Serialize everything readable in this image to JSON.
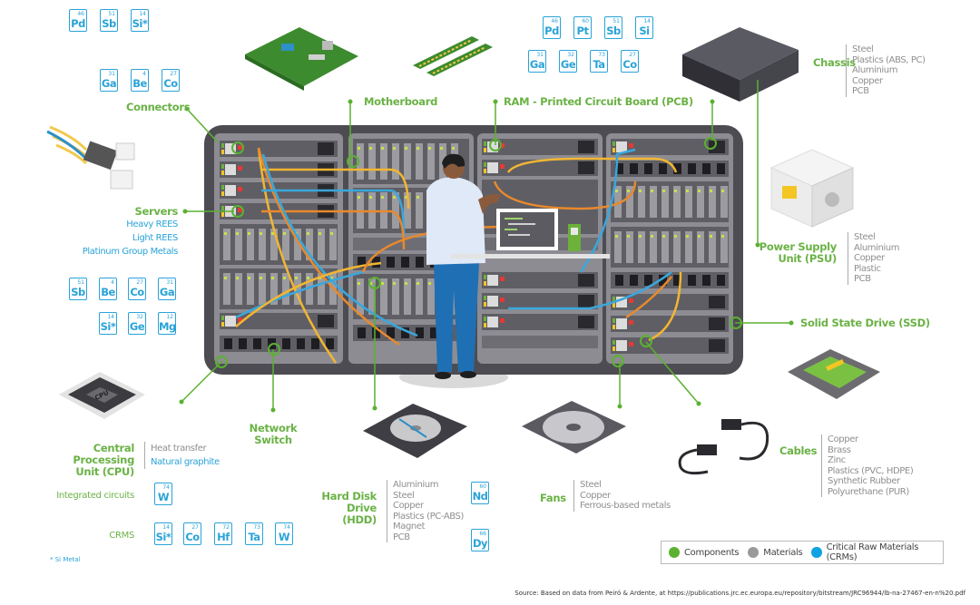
{
  "components": {
    "connectors": {
      "label": "Connectors",
      "crms": [
        [
          "46",
          "Pd"
        ],
        [
          "51",
          "Sb"
        ],
        [
          "14",
          "Si*"
        ],
        [
          "31",
          "Ga"
        ],
        [
          "4",
          "Be"
        ],
        [
          "27",
          "Co"
        ]
      ]
    },
    "motherboard": {
      "label": "Motherboard"
    },
    "ram": {
      "label": "RAM - Printed Circuit Board (PCB)",
      "crms": [
        [
          "46",
          "Pd"
        ],
        [
          "60",
          "Pt"
        ],
        [
          "51",
          "Sb"
        ],
        [
          "14",
          "Si"
        ],
        [
          "31",
          "Ga"
        ],
        [
          "32",
          "Ge"
        ],
        [
          "73",
          "Ta"
        ],
        [
          "27",
          "Co"
        ]
      ]
    },
    "chassis": {
      "label": "Chassis",
      "materials": [
        "Steel",
        "Plastics (ABS, PC)",
        "Aluminium",
        "Copper",
        "PCB"
      ]
    },
    "servers": {
      "label": "Servers",
      "crm_groups": [
        "Heavy REES",
        "Light REES",
        "Platinum Group Metals"
      ],
      "crms": [
        [
          "51",
          "Sb"
        ],
        [
          "4",
          "Be"
        ],
        [
          "27",
          "Co"
        ],
        [
          "31",
          "Ga"
        ],
        [
          "14",
          "Si*"
        ],
        [
          "32",
          "Ge"
        ],
        [
          "12",
          "Mg"
        ]
      ]
    },
    "psu": {
      "label_line1": "Power Supply",
      "label_line2": "Unit (PSU)",
      "materials": [
        "Steel",
        "Aluminium",
        "Copper",
        "Plastic",
        "PCB"
      ]
    },
    "ssd": {
      "label": "Solid State Drive (SSD)"
    },
    "cpu": {
      "label_line1": "Central Processing",
      "label_line2": "Unit (CPU)",
      "material": "Heat transfer",
      "crm_material": "Natural graphite",
      "integrated_label": "Integrated circuits",
      "integrated_crms": [
        [
          "74",
          "W"
        ]
      ],
      "crms_label": "CRMS",
      "crms": [
        [
          "14",
          "Si*"
        ],
        [
          "27",
          "Co"
        ],
        [
          "72",
          "Hf"
        ],
        [
          "73",
          "Ta"
        ],
        [
          "74",
          "W"
        ]
      ]
    },
    "network_switch": {
      "label_line1": "Network",
      "label_line2": "Switch"
    },
    "hdd": {
      "label_line1": "Hard Disk",
      "label_line2": "Drive (HDD)",
      "materials": [
        "Aluminium",
        "Steel",
        "Copper",
        "Plastics (PC-ABS)",
        "Magnet",
        "PCB"
      ],
      "crms": [
        [
          "60",
          "Nd"
        ],
        [
          "66",
          "Dy"
        ]
      ]
    },
    "fans": {
      "label": "Fans",
      "materials": [
        "Steel",
        "Copper",
        "Ferrous-based metals"
      ]
    },
    "cables": {
      "label": "Cables",
      "materials": [
        "Copper",
        "Brass",
        "Zinc",
        "Plastics (PVC, HDPE)",
        "Synthetic Rubber",
        "Polyurethane (PUR)"
      ]
    }
  },
  "footnote": "* Si Metal",
  "legend": [
    {
      "label": "Components",
      "color": "#5bb131"
    },
    {
      "label": "Materials",
      "color": "#9a9a9a"
    },
    {
      "label": "Critical Raw Materials (CRMs)",
      "color": "#0fa3e3"
    }
  ],
  "source": "Source: Based on data from Peiró & Ardente, at https://publications.jrc.ec.europa.eu/repository/bitstream/JRC96944/lb-na-27467-en-n%20.pdf",
  "colors": {
    "component_green": "#6ab245",
    "crm_blue": "#2aa3d8",
    "material_gray": "#8f8f8f",
    "rack": "#4d4c52"
  }
}
